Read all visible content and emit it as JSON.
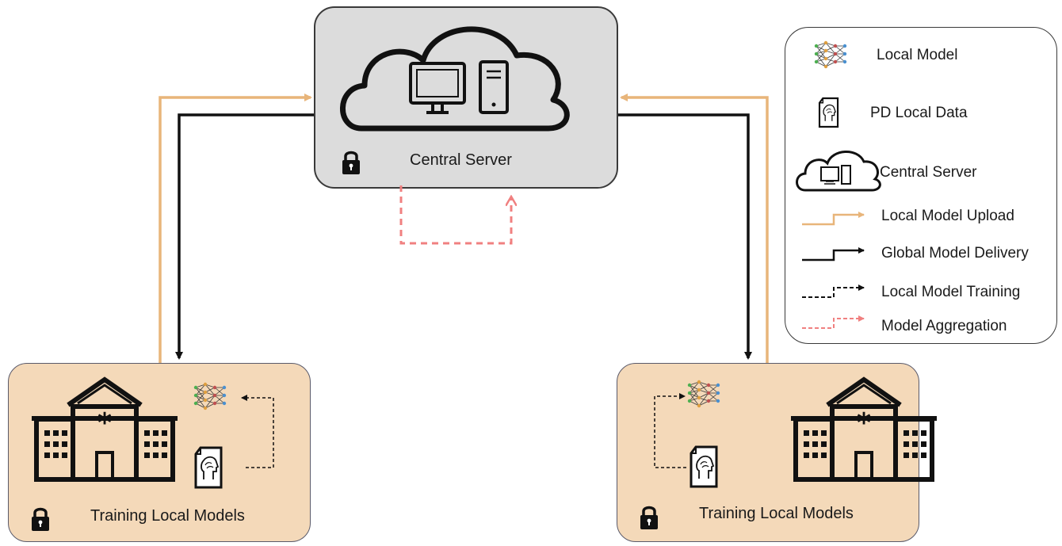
{
  "server": {
    "label": "Central Server"
  },
  "clients": [
    {
      "label": "Training Local Models"
    },
    {
      "label": "Training Local Models"
    }
  ],
  "legend": {
    "items": [
      {
        "icon": "neural-network-icon",
        "label": "Local Model"
      },
      {
        "icon": "brain-document-icon",
        "label": "PD Local Data"
      },
      {
        "icon": "cloud-server-icon",
        "label": "Central Server"
      },
      {
        "icon": "upload-arrow-icon",
        "label": "Local Model Upload",
        "color": "#e8b57a"
      },
      {
        "icon": "delivery-arrow-icon",
        "label": "Global Model Delivery",
        "color": "#111111"
      },
      {
        "icon": "training-arrow-icon",
        "label": "Local Model Training",
        "color": "#111111"
      },
      {
        "icon": "aggregation-arrow-icon",
        "label": "Model Aggregation",
        "color": "#f08080"
      }
    ]
  },
  "colors": {
    "server_bg": "#dcdcdc",
    "client_bg": "#f4d9b9",
    "upload": "#e8b57a",
    "delivery": "#111111",
    "aggregation": "#f08080"
  }
}
